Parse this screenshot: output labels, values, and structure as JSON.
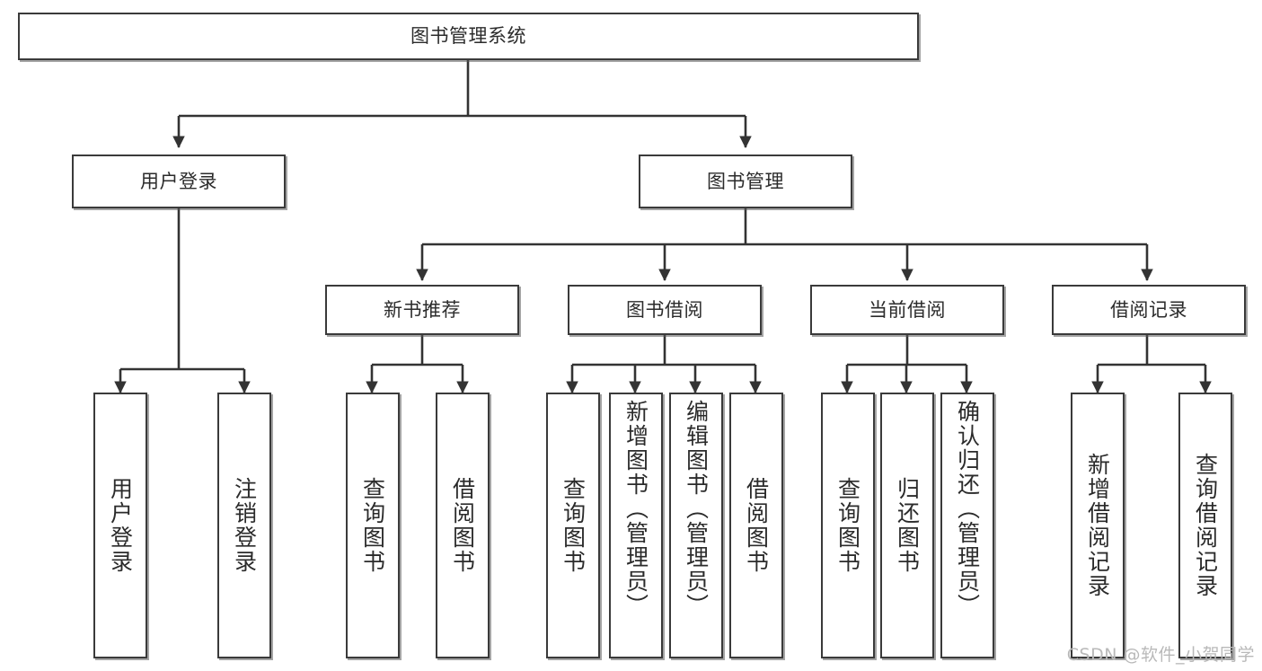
{
  "diagram": {
    "title": "图书管理系统",
    "type": "tree-hierarchy-diagram",
    "edge_color": "#333333",
    "box_border_color": "#3a3a3a",
    "box_fill_color": "#ffffff",
    "watermark": "CSDN @软件_小贺同学"
  },
  "nodes": {
    "root": {
      "label": "图书管理系统"
    },
    "level2": [
      {
        "id": "user-login",
        "label": "用户登录"
      },
      {
        "id": "book-management",
        "label": "图书管理"
      }
    ],
    "level3": [
      {
        "id": "new-book-recommend",
        "label": "新书推荐"
      },
      {
        "id": "book-borrow",
        "label": "图书借阅"
      },
      {
        "id": "current-borrow",
        "label": "当前借阅"
      },
      {
        "id": "borrow-record",
        "label": "借阅记录"
      }
    ],
    "leaves": {
      "user_login": [
        {
          "id": "leaf-user-login",
          "label": "用户登录"
        },
        {
          "id": "leaf-logout-login",
          "label": "注销登录"
        }
      ],
      "new_book_recommend": [
        {
          "id": "leaf-query-book-1",
          "label": "查询图书"
        },
        {
          "id": "leaf-borrow-book-1",
          "label": "借阅图书"
        }
      ],
      "book_borrow": [
        {
          "id": "leaf-query-book-2",
          "label": "查询图书"
        },
        {
          "id": "leaf-add-book",
          "label": "新增图书（管理员）"
        },
        {
          "id": "leaf-edit-book",
          "label": "编辑图书（管理员）"
        },
        {
          "id": "leaf-borrow-book-2",
          "label": "借阅图书"
        }
      ],
      "current_borrow": [
        {
          "id": "leaf-query-book-3",
          "label": "查询图书"
        },
        {
          "id": "leaf-return-book",
          "label": "归还图书"
        },
        {
          "id": "leaf-confirm-return",
          "label": "确认归还（管理员）"
        }
      ],
      "borrow_record": [
        {
          "id": "leaf-add-record",
          "label": "新增借阅记录"
        },
        {
          "id": "leaf-query-record",
          "label": "查询借阅记录"
        }
      ]
    }
  }
}
